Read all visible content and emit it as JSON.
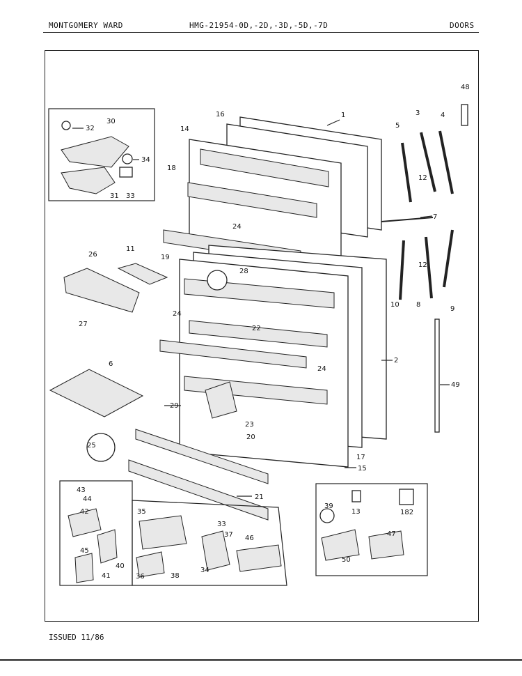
{
  "header": {
    "brand": "MONTGOMERY WARD",
    "model": "HMG-21954-0D,-2D,-3D,-5D,-7D",
    "section": "DOORS"
  },
  "footer": {
    "issued": "ISSUED 11/86"
  },
  "callouts": {
    "p1": "1",
    "p2": "2",
    "p3": "3",
    "p4": "4",
    "p5": "5",
    "p6": "6",
    "p7": "7",
    "p8": "8",
    "p9": "9",
    "p10": "10",
    "p11": "11",
    "p12a": "12",
    "p12b": "12",
    "p13": "13",
    "p14": "14",
    "p15": "15",
    "p16": "16",
    "p17": "17",
    "p18": "18",
    "p19": "19",
    "p20": "20",
    "p21": "21",
    "p22": "22",
    "p23": "23",
    "p24a": "24",
    "p24b": "24",
    "p24c": "24",
    "p25": "25",
    "p26": "26",
    "p27": "27",
    "p28": "28",
    "p29": "29",
    "p30": "30",
    "p31": "31",
    "p32": "32",
    "p33a": "33",
    "p33b": "33",
    "p34a": "34",
    "p34b": "34",
    "p35": "35",
    "p36": "36",
    "p37": "37",
    "p38": "38",
    "p39": "39",
    "p40": "40",
    "p41": "41",
    "p42": "42",
    "p43": "43",
    "p44": "44",
    "p45": "45",
    "p46": "46",
    "p47": "47",
    "p48": "48",
    "p49": "49",
    "p50": "50",
    "p182": "182"
  }
}
